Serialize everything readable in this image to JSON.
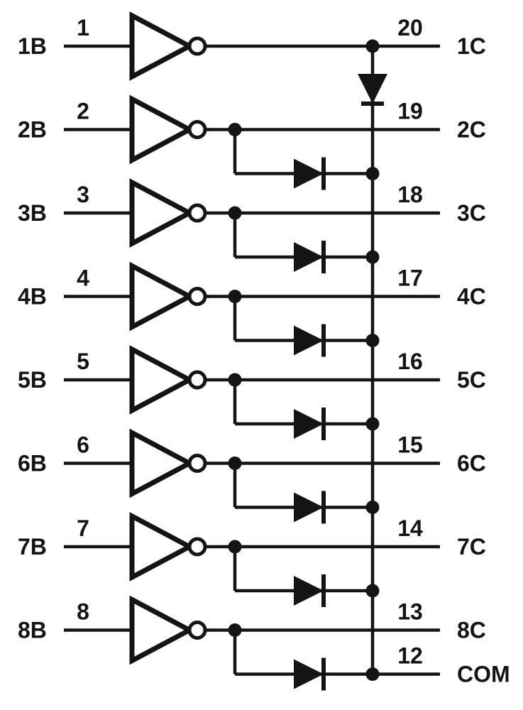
{
  "colors": {
    "line": "#141414",
    "background": "#ffffff"
  },
  "channels": [
    {
      "input_pin": "1",
      "input_label": "1B",
      "output_pin": "20",
      "output_label": "1C"
    },
    {
      "input_pin": "2",
      "input_label": "2B",
      "output_pin": "19",
      "output_label": "2C"
    },
    {
      "input_pin": "3",
      "input_label": "3B",
      "output_pin": "18",
      "output_label": "3C"
    },
    {
      "input_pin": "4",
      "input_label": "4B",
      "output_pin": "17",
      "output_label": "4C"
    },
    {
      "input_pin": "5",
      "input_label": "5B",
      "output_pin": "16",
      "output_label": "5C"
    },
    {
      "input_pin": "6",
      "input_label": "6B",
      "output_pin": "15",
      "output_label": "6C"
    },
    {
      "input_pin": "7",
      "input_label": "7B",
      "output_pin": "14",
      "output_label": "7C"
    },
    {
      "input_pin": "8",
      "input_label": "8B",
      "output_pin": "13",
      "output_label": "8C"
    }
  ],
  "common": {
    "pin": "12",
    "label": "COM"
  }
}
